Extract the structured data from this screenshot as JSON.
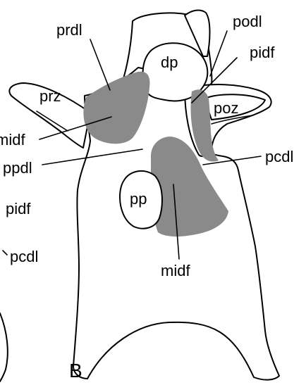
{
  "figure": {
    "panel_letter": "B",
    "colors": {
      "outline": "#000000",
      "fossa_fill": "#8a8a8a",
      "background": "#ffffff"
    },
    "labels": {
      "prdl": "prdl",
      "podl": "podl",
      "pidf": "pidf",
      "dp": "dp",
      "prz": "prz",
      "poz": "poz",
      "midf_left": "midf",
      "ppdl": "ppdl",
      "pcdl": "pcdl",
      "pp": "pp",
      "midf": "midf",
      "left_pidf": "pidf",
      "left_pcdl": "pcdl"
    }
  }
}
